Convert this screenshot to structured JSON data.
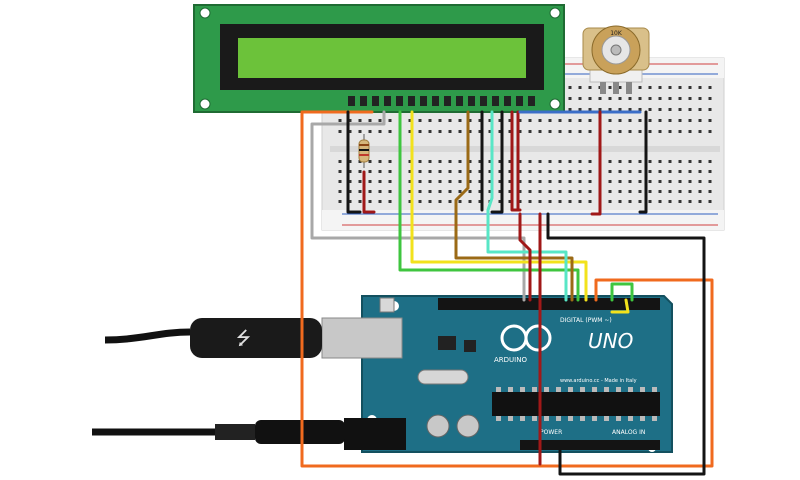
{
  "diagram": {
    "potentiometer_label": "10K",
    "board_label": "UNO",
    "board_brand": "ARDUINO",
    "board_url": "www.arduino.cc - Made in Italy",
    "digital_header_label": "DIGITAL (PWM ~)",
    "analog_header_label": "ANALOG IN",
    "power_header_label": "POWER",
    "usb_symbol": "⭍"
  },
  "colors": {
    "lcd_pcb": "#2e9a4a",
    "lcd_screen": "#6cc23a",
    "breadboard": "#ececec",
    "board": "#1e6f86",
    "wire_orange": "#f06a1e",
    "wire_yellow": "#f2e21c",
    "wire_green": "#3fc53f",
    "wire_cyan": "#58e6c6",
    "wire_brown": "#9b6a16",
    "wire_red": "#a01818",
    "wire_black": "#141414",
    "wire_gray": "#a8a8a8",
    "wire_blue": "#3b6ec8"
  }
}
